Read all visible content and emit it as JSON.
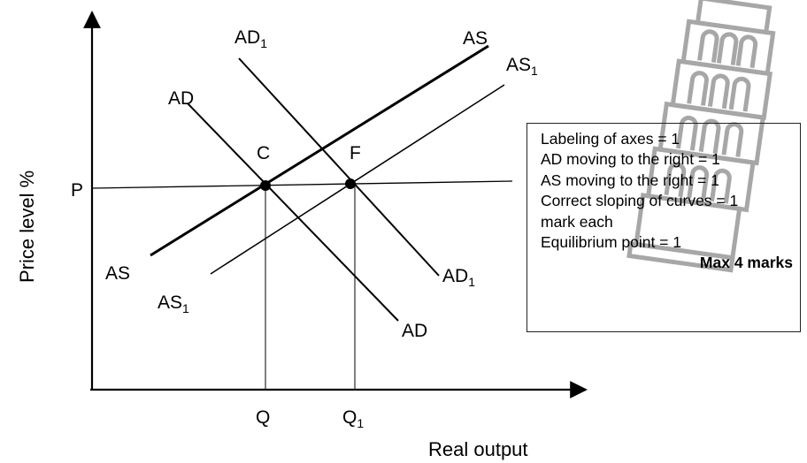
{
  "diagram": {
    "y_axis_title": "Price level %",
    "x_axis_title": "Real output",
    "price_label": "P",
    "point_c": "C",
    "point_f": "F",
    "q_label": "Q",
    "q1_label": "Q",
    "q1_sub": "1",
    "ad_top": "AD",
    "ad_bottom": "AD",
    "ad1_top": "AD",
    "ad1_top_sub": "1",
    "ad1_bottom": "AD",
    "ad1_bottom_sub": "1",
    "as_top": "AS",
    "as_bottom": "AS",
    "as1_top": "AS",
    "as1_top_sub": "1",
    "as1_bottom": "AS",
    "as1_bottom_sub": "1"
  },
  "marking_scheme": {
    "lines": [
      "Labeling of axes = 1",
      "AD moving to the right = 1",
      "AS moving to the right = 1",
      "Correct sloping of curves = 1",
      "mark each",
      "Equilibrium point = 1"
    ],
    "max_marks": "Max 4 marks"
  },
  "watermark": {
    "icon": "leaning-tower-icon",
    "color": "#8a8a8a"
  },
  "colors": {
    "ink": "#000000"
  }
}
